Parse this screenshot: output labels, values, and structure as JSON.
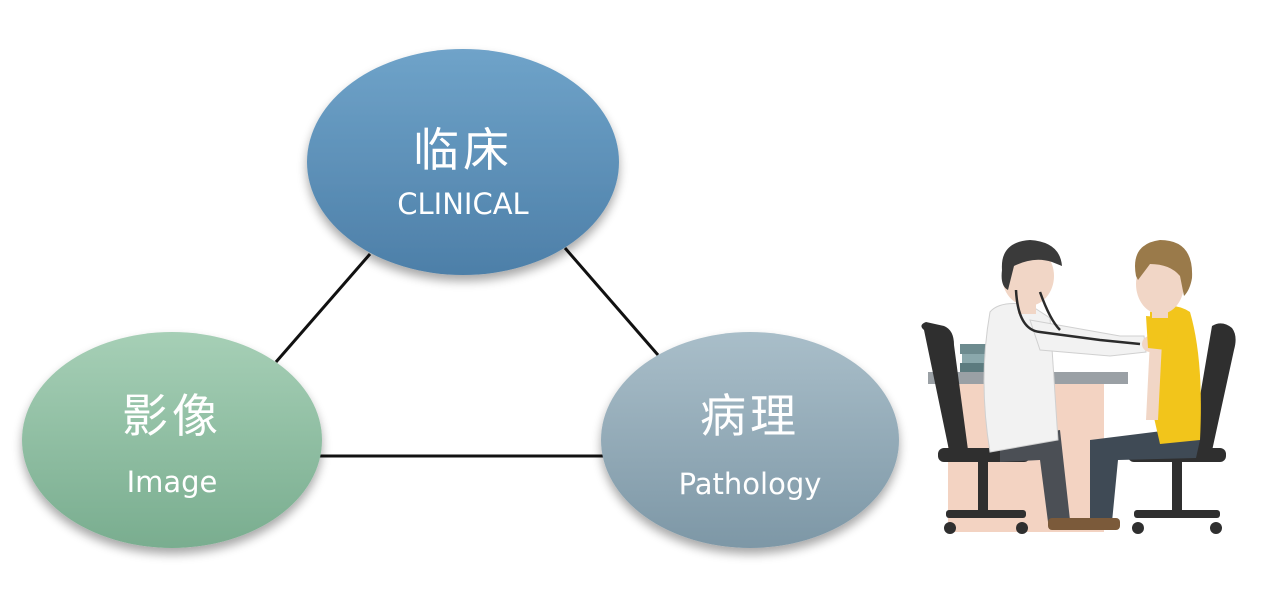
{
  "nodes": {
    "clinical": {
      "zh": "临床",
      "en": "CLINICAL",
      "color_top": "#6fa3c9",
      "color_bottom": "#4d7fa8"
    },
    "image": {
      "zh": "影像",
      "en": "Image",
      "color_top": "#a6cfb6",
      "color_bottom": "#79ad8f"
    },
    "pathology": {
      "zh": "病理",
      "en": "Pathology",
      "color_top": "#a9bec9",
      "color_bottom": "#7d97a6"
    }
  },
  "illustration": {
    "name": "doctor-examining-patient"
  },
  "colors": {
    "connector": "#111111",
    "doctor_coat": "#f2f2f2",
    "patient_shirt": "#f2c51b",
    "desk": "#f3d3c2",
    "chair": "#2f2f2f",
    "hair": "#3a3a3a",
    "patient_hair": "#9a7a4a",
    "skin": "#f1d6c6"
  }
}
